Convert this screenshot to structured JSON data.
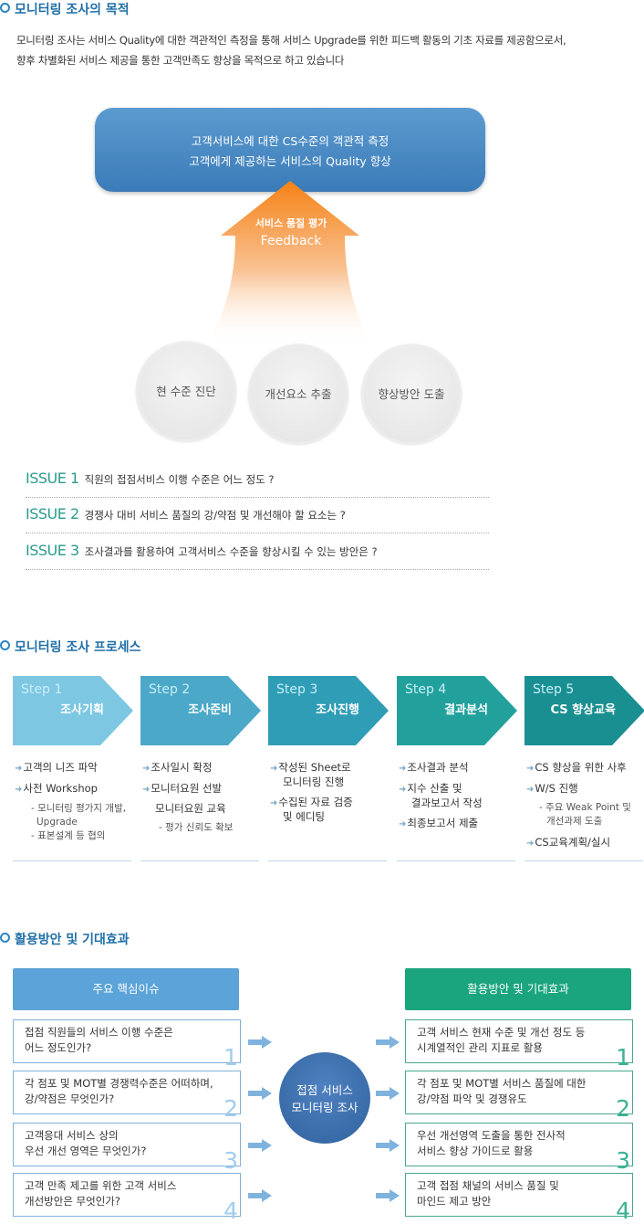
{
  "purpose": {
    "title": "모니터링 조사의 목적",
    "intro": [
      "모니터링 조사는 서비스 Quality에 대한 객관적인 측정을 통해 서비스 Upgrade를 위한 피드백 활동의 기초 자료를 제공함으로서,",
      "향후 차별화된 서비스 제공을 통한 고객만족도 향상을 목적으로 하고 있습니다"
    ],
    "goal": [
      "고객서비스에 대한 CS수준의 객관적 측정",
      "고객에게 제공하는 서비스의 Quality 향상"
    ],
    "arrow_label": "서비스 품질 평가",
    "arrow_sub": "Feedback",
    "circles": [
      "현 수준 진단",
      "개선요소 추출",
      "향상방안 도출"
    ],
    "issues": [
      {
        "label": "ISSUE 1",
        "text": "직원의  접점서비스 이행 수준은 어느 정도 ?"
      },
      {
        "label": "ISSUE 2",
        "text": "경쟁사 대비 서비스 품질의 강/약점 및 개선해야 할 요소는 ?"
      },
      {
        "label": "ISSUE 3",
        "text": "조사결과를 활용하여 고객서비스 수준을 향상시킬 수 있는 방안은 ?"
      }
    ]
  },
  "process": {
    "title": "모니터링 조사 프로세스",
    "steps": [
      {
        "num": "Step 1",
        "name": "조사기획",
        "color": "#7dc7e3",
        "items": [
          "고객의 니즈 파악",
          "사전 Workshop"
        ],
        "subs": [
          "- 모니터링 평가지 개발,",
          "Upgrade",
          "- 표본설계 등 협의"
        ]
      },
      {
        "num": "Step 2",
        "name": "조사준비",
        "color": "#4ba8c8",
        "items": [
          "조사일시 확정",
          "모니터요원 선발",
          "모니터요원 교육"
        ],
        "subs": [
          "- 평가 신뢰도 확보"
        ]
      },
      {
        "num": "Step 3",
        "name": "조사진행",
        "color": "#2f9db5",
        "items": [
          "작성된 Sheet로",
          "모니터링 진행",
          "수집된 자료 검증",
          "및 에디팅"
        ],
        "subs": []
      },
      {
        "num": "Step 4",
        "name": "결과분석",
        "color": "#22a19c",
        "items": [
          "조사결과 분석",
          "지수 산출 및",
          "결과보고서 작성",
          "최종보고서 제출"
        ],
        "subs": []
      },
      {
        "num": "Step 5",
        "name": "CS 향상교육",
        "color": "#1a8f92",
        "items": [
          "CS 향상을 위한 사후",
          "W/S 진행",
          "CS교육계획/실시"
        ],
        "subs": [
          "- 주요 Weak Point 및",
          "개선과제 도출"
        ]
      }
    ]
  },
  "effects": {
    "title": "활용방안 및 기대효과",
    "left_head": "주요 핵심이슈",
    "right_head": "활용방안 및 기대효과",
    "center": [
      "접점 서비스",
      "모니터링 조사"
    ],
    "left": [
      {
        "lines": [
          "접점 직원들의 서비스 이행 수준은",
          "어느 정도인가?"
        ],
        "num": "1"
      },
      {
        "lines": [
          "각 점포 및 MOT별 경쟁력수준은 어떠하며,",
          "강/약점은 무엇인가?"
        ],
        "num": "2"
      },
      {
        "lines": [
          "고객응대 서비스 상의",
          "우선 개선 영역은 무엇인가?"
        ],
        "num": "3"
      },
      {
        "lines": [
          "고객 만족 제고를 위한 고객 서비스",
          "개선방안은 무엇인가?"
        ],
        "num": "4"
      }
    ],
    "right": [
      {
        "lines": [
          "고객 서비스 현재 수준 및 개선 정도 등",
          "시계열적인 관리 지표로 활용"
        ],
        "num": "1"
      },
      {
        "lines": [
          "각 점포 및 MOT별 서비스 품질에 대한",
          "강/약점 파악 및 경쟁유도"
        ],
        "num": "2"
      },
      {
        "lines": [
          "우선 개선영역 도출을 통한 전사적",
          "서비스 향상 가이드로 활용"
        ],
        "num": "3"
      },
      {
        "lines": [
          "고객 접점 채널의 서비스 품질 및",
          "마인드 제고 방안"
        ],
        "num": "4"
      }
    ]
  },
  "colors": {
    "title_blue": "#1f6fa8",
    "issue_teal": "#2a9b8e",
    "left_head": "#5ba3d8",
    "right_head": "#1aa57e"
  }
}
